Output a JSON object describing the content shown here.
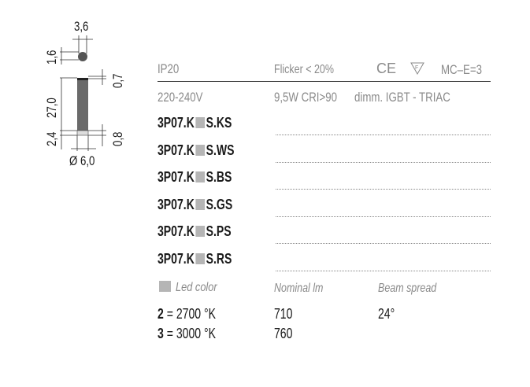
{
  "drawing": {
    "dim_width_top": "3,6",
    "dim_height_top": "1,6",
    "dim_top_right": "0,7",
    "dim_body": "27,0",
    "dim_bottom_left": "2,4",
    "dim_bottom_right": "0,8",
    "dim_diameter": "Ø 6,0"
  },
  "specs": {
    "ip": "IP20",
    "flicker": "Flicker < 20%",
    "ce": "CE",
    "f_mark": "F",
    "mc": "MC–E=3",
    "voltage": "220-240V",
    "power": "9,5W  CRI>90",
    "dimming": "dimm. IGBT - TRIAC"
  },
  "products": [
    {
      "prefix": "3P07.K",
      "suffix": "S.KS"
    },
    {
      "prefix": "3P07.K",
      "suffix": "S.WS"
    },
    {
      "prefix": "3P07.K",
      "suffix": "S.BS"
    },
    {
      "prefix": "3P07.K",
      "suffix": "S.GS"
    },
    {
      "prefix": "3P07.K",
      "suffix": "S.PS"
    },
    {
      "prefix": "3P07.K",
      "suffix": "S.RS"
    }
  ],
  "legend": {
    "led_color": "Led color",
    "nominal_lm": "Nominal lm",
    "beam_spread": "Beam spread"
  },
  "options": [
    {
      "code": "2",
      "temp": "= 2700 °K",
      "lm": "710",
      "beam": "24°"
    },
    {
      "code": "3",
      "temp": "= 3000 °K",
      "lm": "760",
      "beam": ""
    }
  ]
}
